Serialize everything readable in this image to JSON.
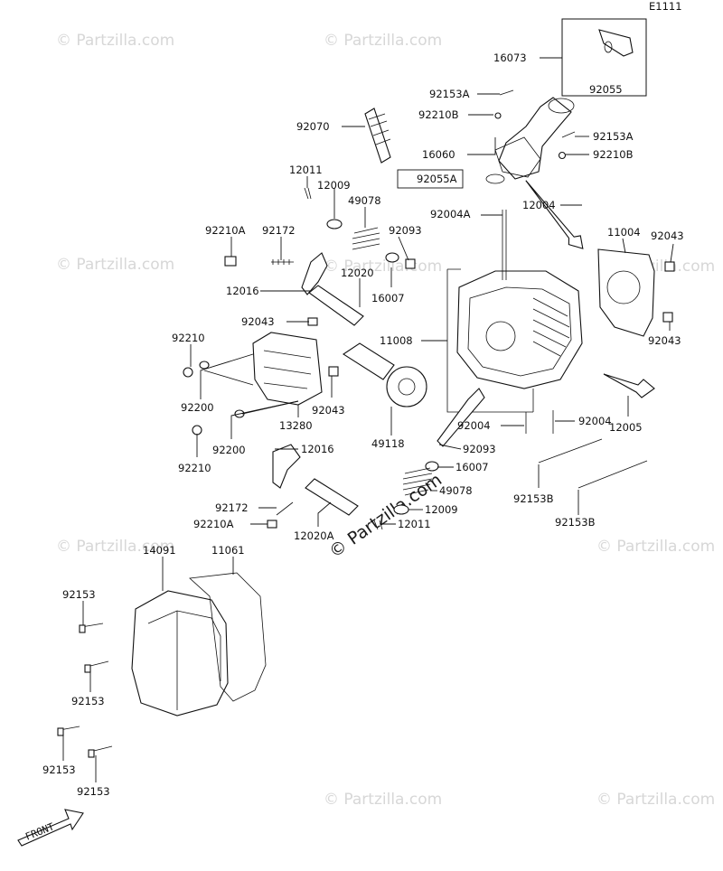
{
  "code": "E1111",
  "watermark_text": "© Partzilla.com",
  "part_labels": [
    "16073",
    "92055",
    "92153A",
    "92210B",
    "92070",
    "16060",
    "92153A",
    "92210B",
    "92055A",
    "12011",
    "12009",
    "49078",
    "92210A",
    "92172",
    "92093",
    "92004A",
    "12004",
    "11004",
    "92043",
    "12016",
    "12020",
    "16007",
    "92043",
    "92210",
    "11008",
    "92043",
    "92200",
    "13280",
    "92043",
    "49118",
    "92200",
    "12016",
    "92210",
    "92004",
    "92093",
    "92004",
    "12005",
    "16007",
    "92153B",
    "49078",
    "92172",
    "12009",
    "92210A",
    "12020A",
    "12011",
    "92153B",
    "14091",
    "11061",
    "92153",
    "92153",
    "92153",
    "92153"
  ],
  "front_label": "FRONT"
}
